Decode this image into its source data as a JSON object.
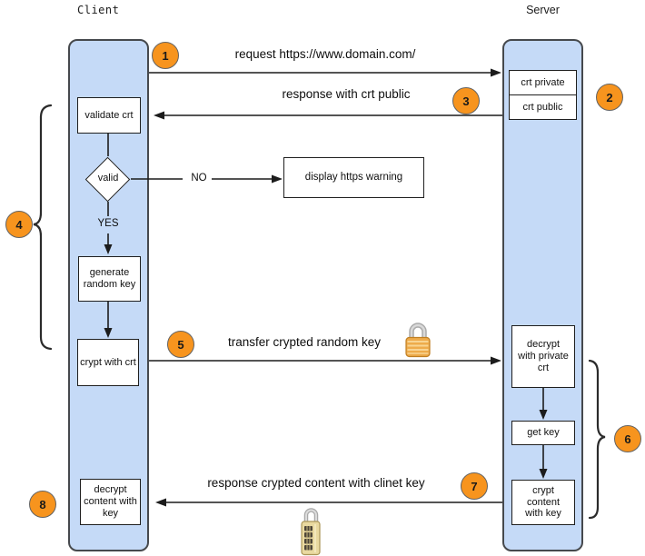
{
  "lanes": {
    "client_label": "Client",
    "server_label": "Server"
  },
  "steps": {
    "1": "1",
    "2": "2",
    "3": "3",
    "4": "4",
    "5": "5",
    "6": "6",
    "7": "7",
    "8": "8"
  },
  "messages": {
    "request": "request https://www.domain.com/",
    "response_crt": "response with crt public",
    "no_label": "NO",
    "yes_label": "YES",
    "transfer": "transfer crypted random key",
    "response_content": "response crypted content with clinet key"
  },
  "nodes": {
    "validate_crt": "validate crt",
    "valid": "valid",
    "display_warning": "display https warning",
    "generate_key": "generate random key",
    "crypt_with_crt": "crypt with crt",
    "decrypt_content_with_key": "decrypt content with key",
    "crt_private": "crt private",
    "crt_public": "crt public",
    "decrypt_with_private_crt": "decrypt with private crt",
    "get_key": "get key",
    "crypt_content_with_key": "crypt content with key"
  },
  "icons": {
    "padlock": "closed-padlock",
    "combination_lock": "combination-padlock"
  },
  "colors": {
    "lane_fill": "#c5daf7",
    "lane_border": "#46494d",
    "node_border": "#1f1f1f",
    "step_fill": "#f7941e",
    "step_border": "#636363",
    "arrow": "#1c1c1c",
    "padlock_gold": "#eeab4b",
    "combolock_gold": "#e9d9a0"
  }
}
